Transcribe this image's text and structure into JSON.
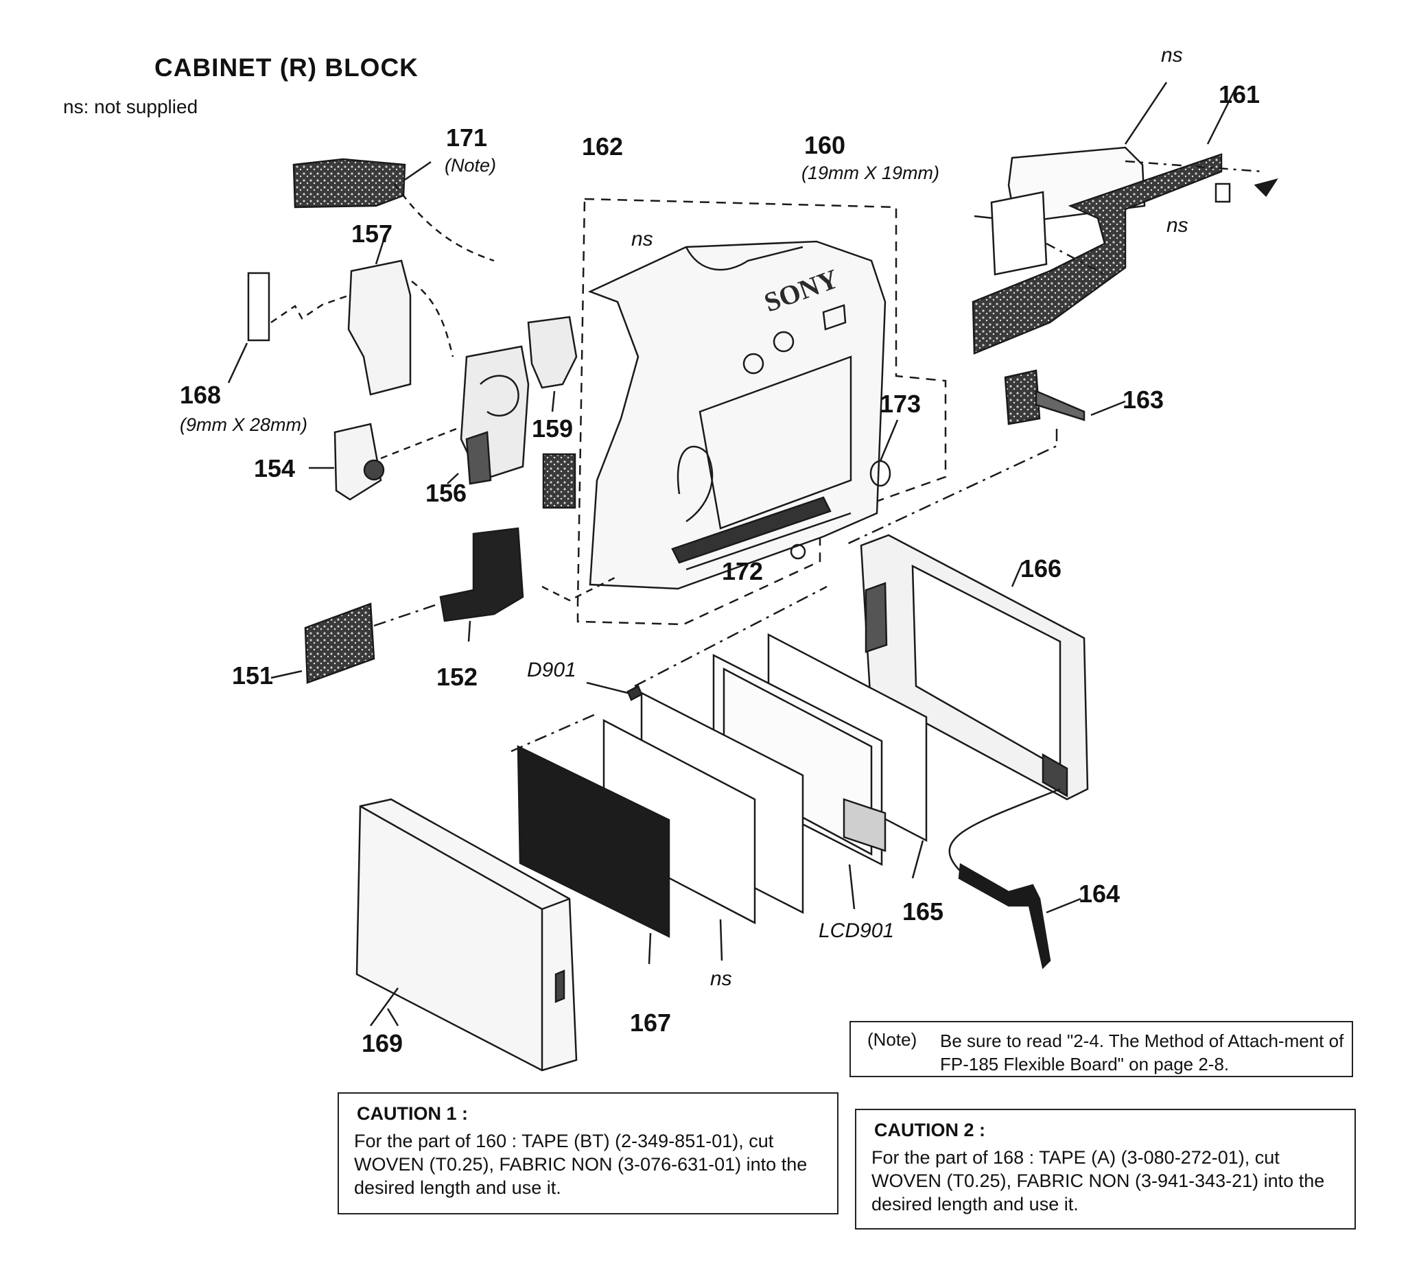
{
  "header": {
    "title": "CABINET (R)  BLOCK",
    "legend": "ns: not supplied"
  },
  "labels": {
    "p151": "151",
    "p152": "152",
    "p154": "154",
    "p156": "156",
    "p157": "157",
    "p159": "159",
    "p160": "160",
    "p161": "161",
    "p162": "162",
    "p163": "163",
    "p164": "164",
    "p165": "165",
    "p166": "166",
    "p167": "167",
    "p168": "168",
    "p169": "169",
    "p171": "171",
    "p172": "172",
    "p173": "173",
    "d901": "D901",
    "lcd901": "LCD901",
    "ns": "ns"
  },
  "dimensions": {
    "p160": "(19mm X 19mm)",
    "p168": "(9mm X 28mm)",
    "p171": "(Note)"
  },
  "note": {
    "key": "(Note)",
    "text": "Be sure to read \"2-4. The Method of Attach-ment of FP-185 Flexible Board\" on page 2-8."
  },
  "cautions": [
    {
      "title": "CAUTION 1 :",
      "text": "For the part of 160 : TAPE (BT) (2-349-851-01), cut WOVEN (T0.25), FABRIC NON (3-076-631-01) into the desired length and use it."
    },
    {
      "title": "CAUTION 2 :",
      "text": "For the part of 168 : TAPE (A) (3-080-272-01), cut WOVEN (T0.25), FABRIC NON (3-941-343-21) into the desired length and use it."
    }
  ],
  "colors": {
    "line": "#1a1a1a",
    "part_fill": "#f2f2f2",
    "dark_part": "#1c1c1c"
  }
}
